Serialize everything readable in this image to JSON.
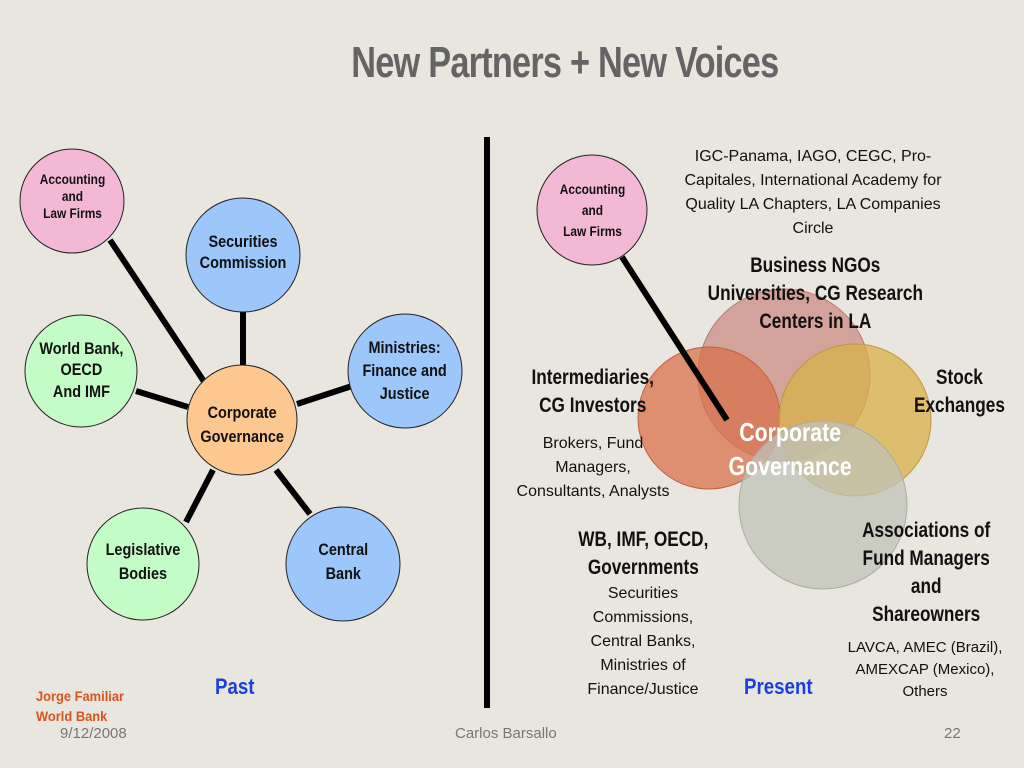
{
  "title": "New Partners + New Voices",
  "past": {
    "label": "Past",
    "center": "Corporate\nGovernance",
    "nodes": {
      "accounting": "Accounting\nand\nLaw Firms",
      "securities": "Securities\nCommission",
      "ministries": "Ministries:\nFinance and\nJustice",
      "worldbank": "World Bank,\nOECD\nAnd IMF",
      "legislative": "Legislative\nBodies",
      "central": "Central\nBank"
    },
    "colors": {
      "pink": "#f3b8d6",
      "blue": "#9dc6fb",
      "green": "#c4fcc6",
      "orange": "#fcc88f"
    }
  },
  "present": {
    "label": "Present",
    "accounting": "Accounting\nand\nLaw Firms",
    "center": "Corporate\nGovernance",
    "igc": "IGC-Panama, IAGO, CEGC, Pro-\nCapitales, International Academy for\nQuality LA Chapters, LA Companies\nCircle",
    "business_ngos": "Business NGOs\nUniversities, CG Research\nCenters in LA",
    "stock": "Stock\nExchanges",
    "intermediaries": "Intermediaries,\nCG Investors",
    "brokers": "Brokers, Fund\nManagers,\nConsultants, Analysts",
    "wb": "WB, IMF, OECD,\nGovernments",
    "securities": "Securities\nCommissions,\nCentral Banks,\nMinistries of\nFinance/Justice",
    "associations": "Associations of\nFund Managers\nand\nShareowners",
    "lavca": "LAVCA, AMEC (Brazil),\nAMEXCAP (Mexico),\nOthers",
    "venn_colors": [
      "#c98b84",
      "#d9724c",
      "#d8b04a",
      "#bfc3b8"
    ]
  },
  "author": {
    "name": "Jorge Familiar",
    "org": "World Bank"
  },
  "footer": {
    "date": "9/12/2008",
    "presenter": "Carlos Barsallo",
    "page": "22"
  }
}
